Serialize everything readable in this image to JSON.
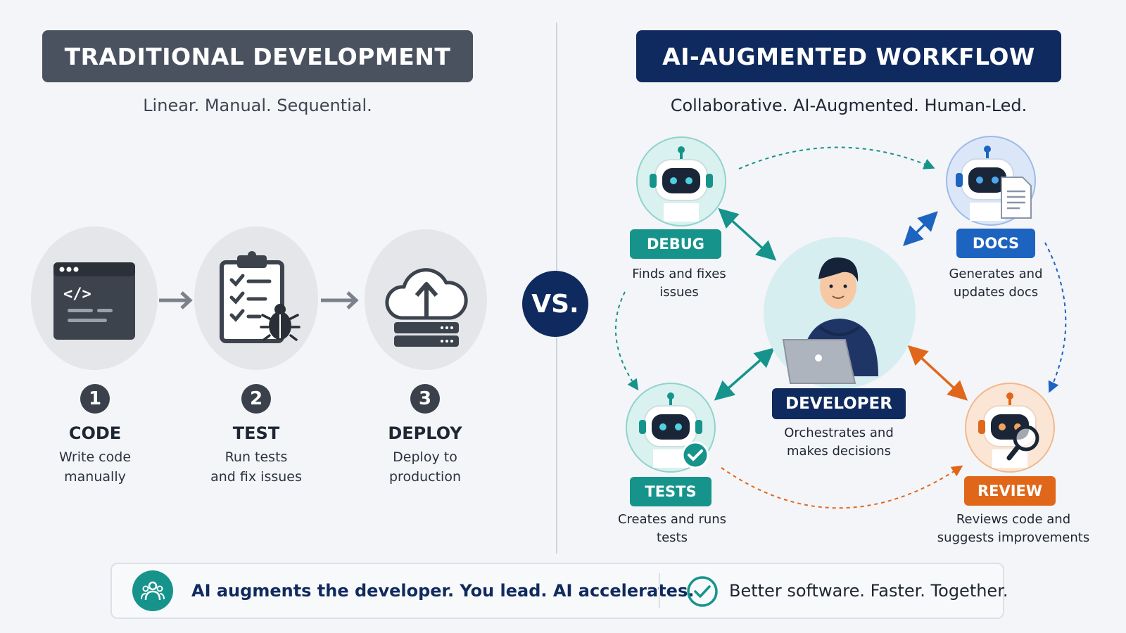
{
  "traditional": {
    "title": "TRADITIONAL DEVELOPMENT",
    "subtitle": "Linear. Manual. Sequential.",
    "steps": [
      {
        "number": "1",
        "title": "CODE",
        "desc_line1": "Write code",
        "desc_line2": "manually",
        "icon": "code-window-icon"
      },
      {
        "number": "2",
        "title": "TEST",
        "desc_line1": "Run tests",
        "desc_line2": "and fix issues",
        "icon": "clipboard-bug-icon"
      },
      {
        "number": "3",
        "title": "DEPLOY",
        "desc_line1": "Deploy to",
        "desc_line2": "production",
        "icon": "cloud-upload-server-icon"
      }
    ]
  },
  "vs_label": "VS.",
  "ai": {
    "title": "AI-AUGMENTED WORKFLOW",
    "subtitle": "Collaborative. AI-Augmented. Human-Led.",
    "developer": {
      "label": "DEVELOPER",
      "desc_line1": "Orchestrates and",
      "desc_line2": "makes decisions"
    },
    "agents": {
      "debug": {
        "label": "DEBUG",
        "desc_line1": "Finds and fixes",
        "desc_line2": "issues",
        "color": "#16948c"
      },
      "docs": {
        "label": "DOCS",
        "desc_line1": "Generates and",
        "desc_line2": "updates docs",
        "color": "#1d63c0"
      },
      "tests": {
        "label": "TESTS",
        "desc_line1": "Creates and runs",
        "desc_line2": "tests",
        "color": "#16948c"
      },
      "review": {
        "label": "REVIEW",
        "desc_line1": "Reviews code and",
        "desc_line2": "suggests improvements",
        "color": "#e0671a"
      }
    }
  },
  "footer": {
    "message": "AI augments the developer. You lead. AI accelerates.",
    "tagline": "Better software. Faster. Together."
  },
  "colors": {
    "navy": "#0f2a5e",
    "slate": "#4a5260",
    "teal": "#16948c",
    "blue": "#1d63c0",
    "orange": "#e0671a"
  }
}
